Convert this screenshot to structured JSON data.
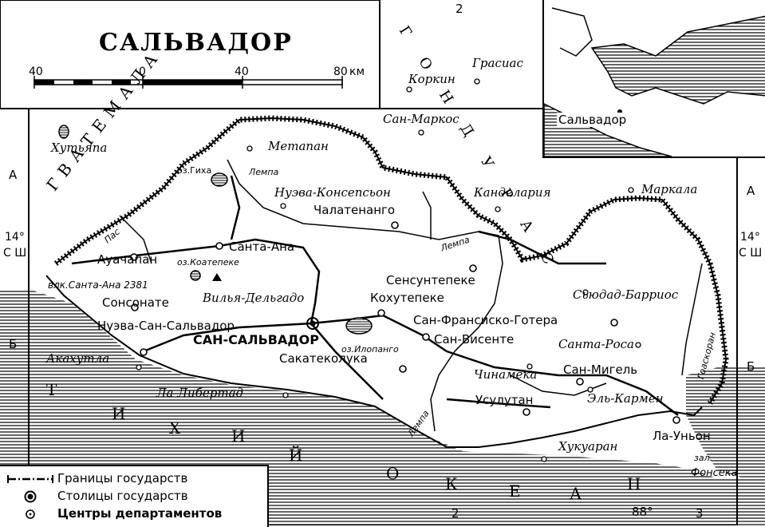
{
  "map": {
    "title": "САЛЬВАДОР",
    "scale": {
      "ticks": [
        "40",
        "0",
        "40",
        "80"
      ],
      "unit": "км"
    },
    "grid_labels": {
      "top_2": "2",
      "left_a": "А",
      "right_a": "А",
      "left_lat": "14°",
      "left_sh": "С Ш",
      "right_lat": "14°",
      "right_sh": "С Ш",
      "left_b": "Б",
      "right_b": "Б",
      "bottom_2": "2",
      "bottom_88": "88°",
      "bottom_3": "3"
    },
    "countries": {
      "guatemala": "ГВАТЕМАЛА",
      "honduras": "ГОНДУРАС",
      "ocean_words": [
        "Т",
        "И",
        "Х",
        "И",
        "Й",
        "О",
        "К",
        "Е",
        "А",
        "Н"
      ]
    },
    "capital": "САН-САЛЬВАДОР",
    "department_centers": [
      "Ауачапан",
      "Санта-Ана",
      "Сонсонате",
      "Нуэва-Сан-Сальвадор",
      "Чалатенанго",
      "Сенсунтепеке",
      "Кохутепеке",
      "Сакатеколука",
      "Сан-Висенте",
      "Сан-Франсиско-Готера",
      "Усулутан",
      "Сан-Мигель",
      "Ла-Уньон"
    ],
    "other_places": [
      "Хутьяпа",
      "Метапан",
      "Нуэва-Консепсьон",
      "Канделария",
      "Коркин",
      "Грасиас",
      "Сан-Маркос",
      "Маркала",
      "Вилья-Дельгадо",
      "Сьюдад-Барриос",
      "Санта-Роса",
      "Чинамека",
      "Эль-Кармен",
      "Хукуаран",
      "Акахутла",
      "Ла-Либертад"
    ],
    "water_labels": {
      "guija": "оз.Гиха",
      "coatepeque": "оз.Коатепеке",
      "ilopango": "оз.Илопанго",
      "fonseca_1": "зал.",
      "fonseca_2": "Фонсека"
    },
    "rivers": {
      "lempa_1": "Лемпа",
      "lempa_2": "Лемпа",
      "lempa_3": "Лемпа",
      "paz": "Пас",
      "goascoran": "Гоаскоран"
    },
    "volcano": "влк.Санта-Ана 2381"
  },
  "inset": {
    "label": "Сальвадор"
  },
  "legend": {
    "items": [
      {
        "symbol": "border",
        "label": "Границы государств"
      },
      {
        "symbol": "capital",
        "label": "Столицы государств"
      },
      {
        "symbol": "department",
        "label": "Центры департаментов"
      }
    ]
  }
}
